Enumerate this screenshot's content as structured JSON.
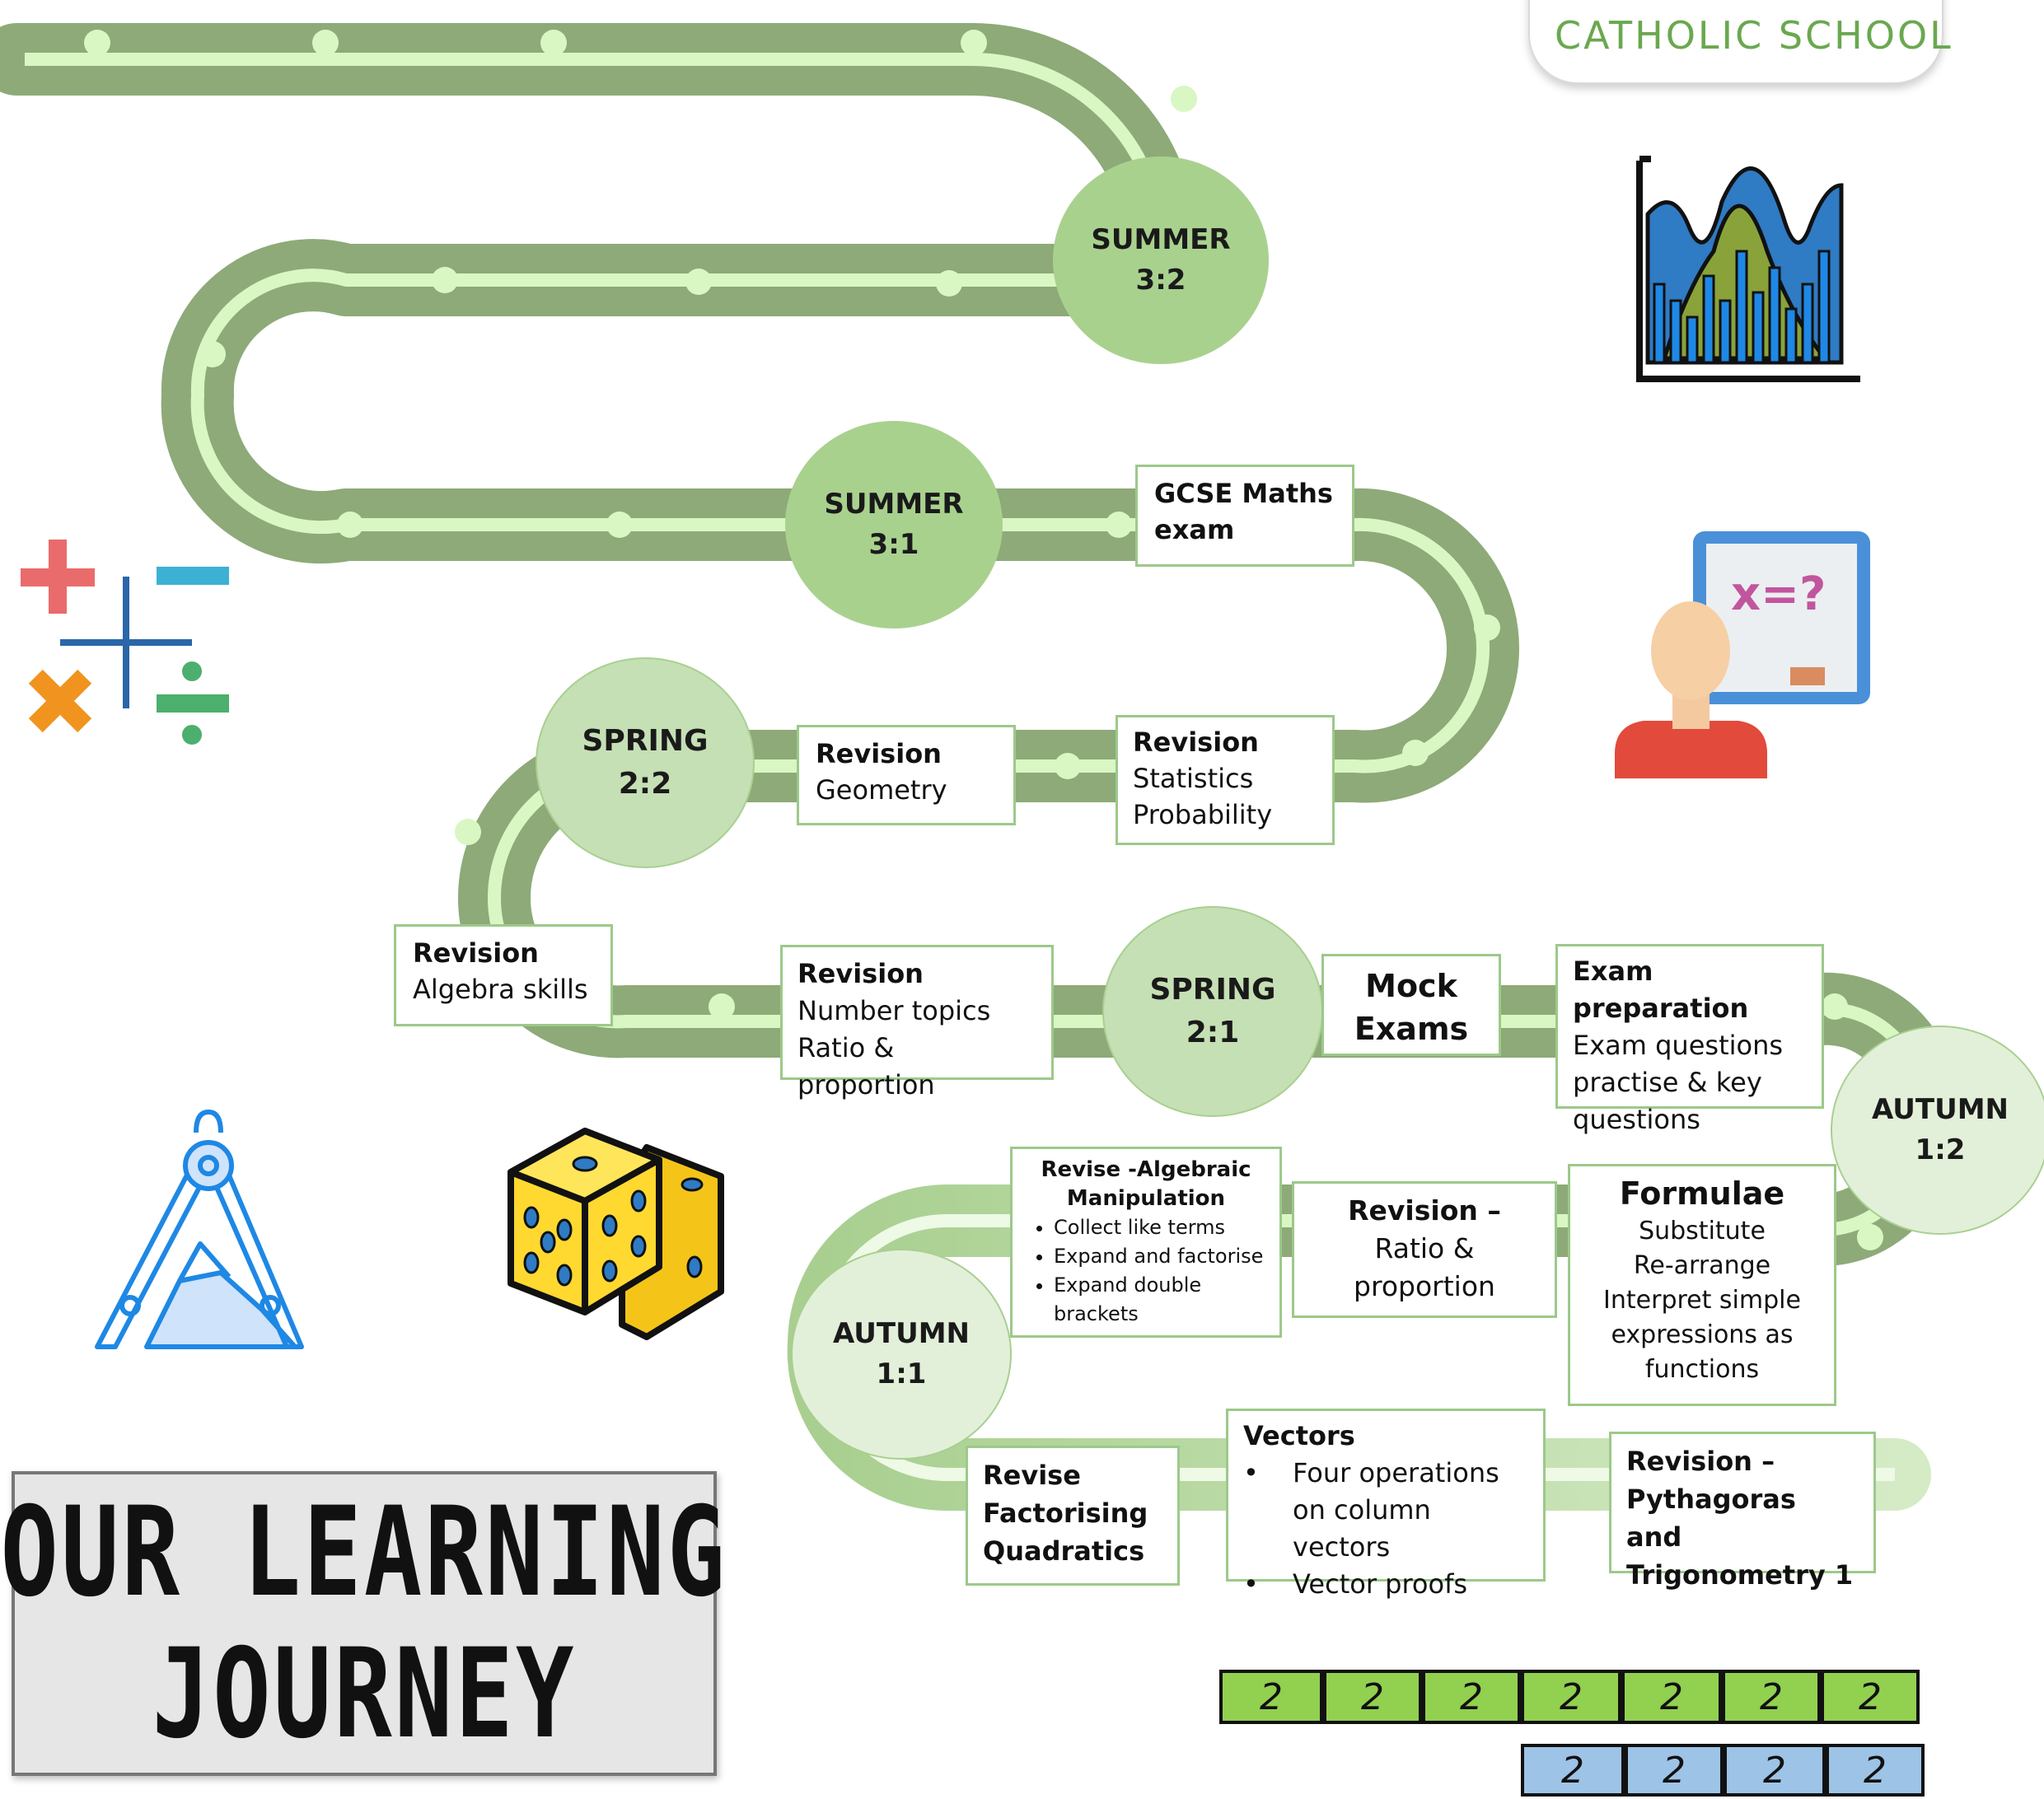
{
  "logo": {
    "text": "CATHOLIC SCHOOL"
  },
  "title": {
    "line1": "OUR LEARNING",
    "line2": "JOURNEY"
  },
  "colors": {
    "road": "#8daa78",
    "road_center": "#d9f7c2",
    "circle_summer": "#a9d18e",
    "circle_spring": "#c5e0b4",
    "circle_autumn": "#e2f0d9",
    "box_border": "#9cc98a",
    "bar_green": "#92d050",
    "bar_blue": "#9dc3e6"
  },
  "milestones": {
    "summer_3_2": {
      "line1": "SUMMER",
      "line2": "3:2"
    },
    "summer_3_1": {
      "line1": "SUMMER",
      "line2": "3:1"
    },
    "spring_2_2": {
      "line1": "SPRING",
      "line2": "2:2"
    },
    "spring_2_1": {
      "line1": "SPRING",
      "line2": "2:1"
    },
    "autumn_1_2": {
      "line1": "AUTUMN",
      "line2": "1:2"
    },
    "autumn_1_1": {
      "line1": "AUTUMN",
      "line2": "1:1"
    }
  },
  "topics": {
    "gcse_exam": {
      "title": "GCSE Maths",
      "line2": "exam"
    },
    "rev_geometry": {
      "title": "Revision",
      "line2": "Geometry"
    },
    "rev_stats": {
      "title": "Revision",
      "line2": "Statistics",
      "line3": "Probability"
    },
    "rev_algebra": {
      "title": "Revision",
      "line2": "Algebra skills"
    },
    "rev_number": {
      "title": "Revision",
      "line2": "Number topics",
      "line3": "Ratio & proportion"
    },
    "mock_exams": {
      "line1": "Mock",
      "line2": "Exams"
    },
    "exam_prep": {
      "title": "Exam preparation",
      "line2": "Exam questions",
      "line3": "practise & key",
      "line4": "questions"
    },
    "algebraic": {
      "title1": "Revise -Algebraic",
      "title2": "Manipulation",
      "items": [
        "Collect like terms",
        "Expand and factorise",
        "Expand double",
        "brackets"
      ]
    },
    "ratio": {
      "line1": "Revision –",
      "line2": "Ratio &",
      "line3": "proportion"
    },
    "formulae": {
      "title": "Formulae",
      "items": [
        "Substitute",
        "Re-arrange",
        "Interpret simple",
        "expressions as",
        "functions"
      ]
    },
    "factorising": {
      "line1": "Revise",
      "line2": "Factorising",
      "line3": "Quadratics"
    },
    "vectors": {
      "title": "Vectors",
      "item1a": "Four operations",
      "item1b": "on column vectors",
      "item2": "Vector proofs"
    },
    "pythagoras": {
      "line1": "Revision –",
      "line2": "Pythagoras and",
      "line3": "Trigonometry 1"
    }
  },
  "icons": {
    "chart": "distribution-chart-icon",
    "teacher": "teacher-whiteboard-icon",
    "operators": "math-operators-icon",
    "compass": "compass-protractor-icon",
    "dice": "dice-icon"
  },
  "board_text": "x=?",
  "bars": {
    "green": [
      "2",
      "2",
      "2",
      "2",
      "2",
      "2",
      "2"
    ],
    "blue": [
      "2",
      "2",
      "2",
      "2"
    ]
  }
}
